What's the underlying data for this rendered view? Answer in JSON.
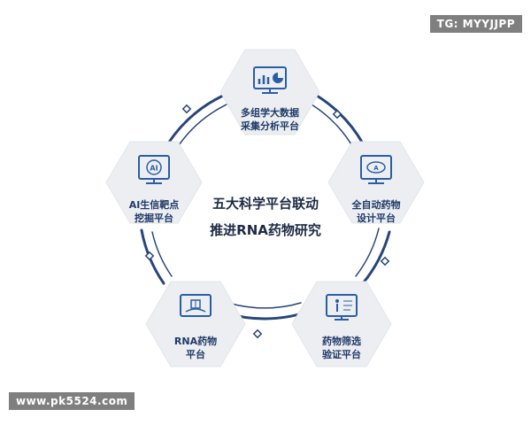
{
  "center": {
    "line1": "五大科学平台联动",
    "line2": "推进RNA药物研究"
  },
  "platforms": [
    {
      "icon": "bar-chart-monitor-icon",
      "line1": "多组学大数据",
      "line2": "采集分析平台"
    },
    {
      "icon": "ai-target-monitor-icon",
      "line1": "AI生信靶点",
      "line2": "挖掘平台"
    },
    {
      "icon": "ai-design-monitor-icon",
      "line1": "全自动药物",
      "line2": "设计平台"
    },
    {
      "icon": "rna-drug-monitor-icon",
      "line1": "RNA药物",
      "line2": "平台"
    },
    {
      "icon": "drug-screening-monitor-icon",
      "line1": "药物筛选",
      "line2": "验证平台"
    }
  ],
  "watermarks": {
    "top_right": "TG: MYYJJPP",
    "bottom_left": "www.pk5524.com"
  },
  "colors": {
    "ring": "#27457a",
    "hexagon": "#eceef1",
    "icon": "#2a5ea3",
    "text": "#1f3a68"
  }
}
